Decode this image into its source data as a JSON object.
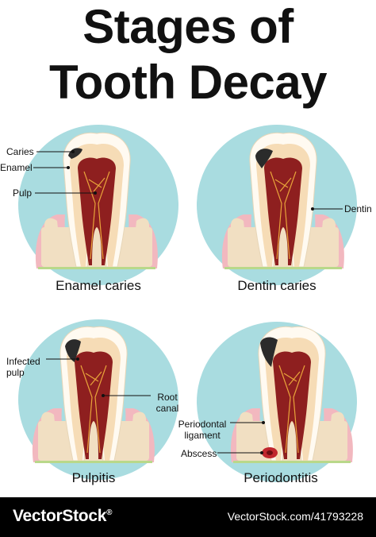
{
  "title": {
    "line1": "Stages of",
    "line2": "Tooth Decay"
  },
  "stages": [
    {
      "name": "Enamel caries",
      "labels": [
        "Caries",
        "Enamel",
        "Pulp"
      ]
    },
    {
      "name": "Dentin caries",
      "labels": [
        "Dentin"
      ]
    },
    {
      "name": "Pulpitis",
      "labels": [
        "Infected pulp",
        "Root canal"
      ]
    },
    {
      "name": "Periodontitis",
      "labels": [
        "Periodontal ligament",
        "Abscess"
      ]
    }
  ],
  "watermark": {
    "brand": "VectorStock",
    "registered": "®",
    "url": "VectorStock.com/41793228"
  },
  "colors": {
    "circle": "#a9dce0",
    "gum": "#f2b8bf",
    "bone": "#f1dfc2",
    "enamel": "#fffaf1",
    "dentin": "#f6dcb6",
    "pulp": "#8e1f1f",
    "decay": "#2b2b2b",
    "ground": "#b9d88a"
  }
}
